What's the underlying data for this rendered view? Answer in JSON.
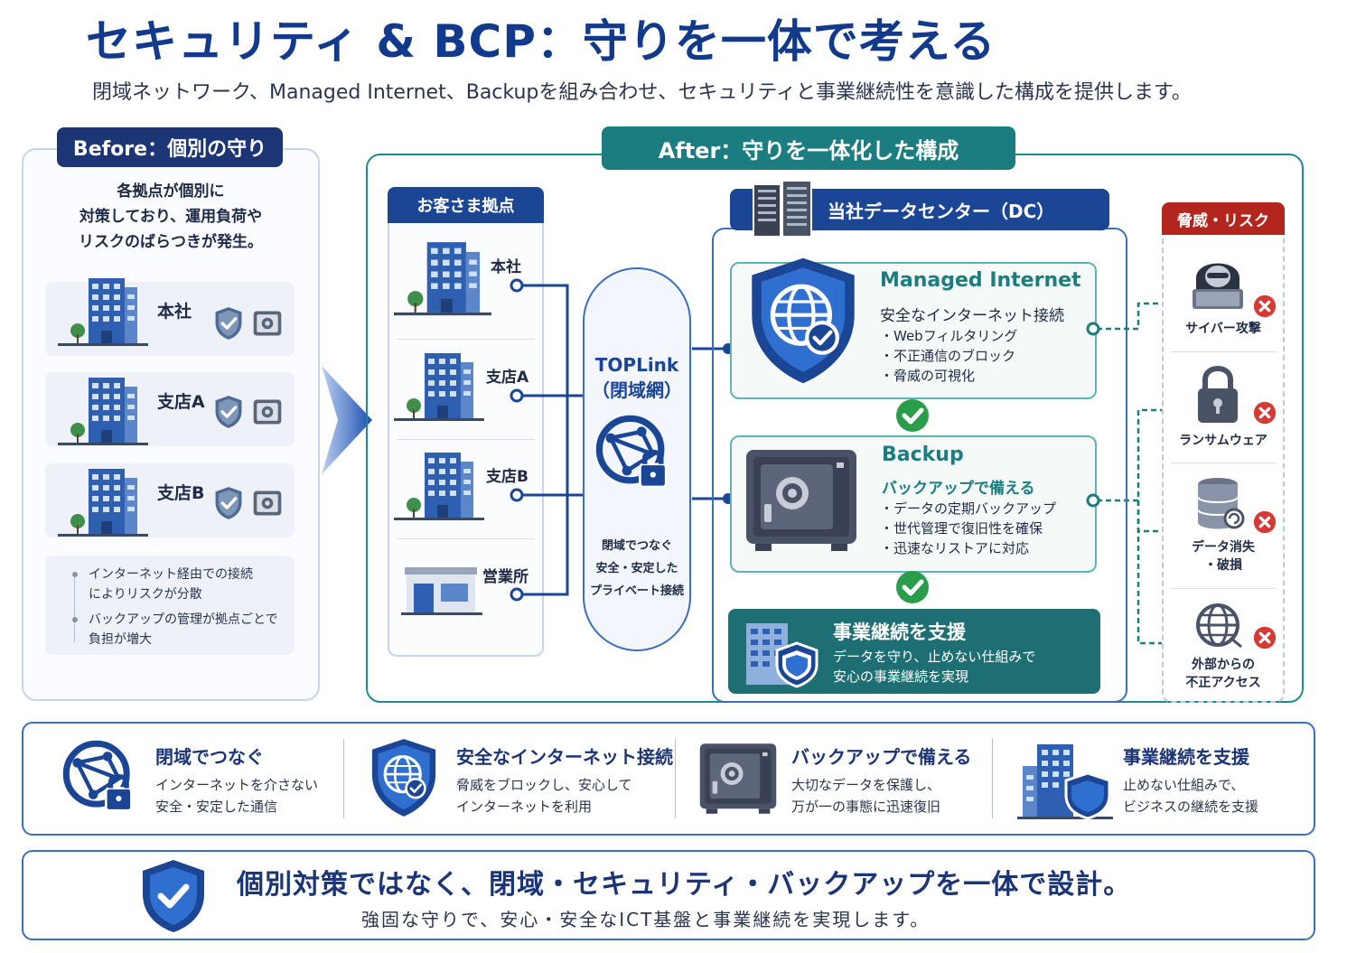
{
  "header": {
    "title": "セキュリティ & BCP：守りを一体で考える",
    "subtitle": "閉域ネットワーク、Managed Internet、Backupを組み合わせ、セキュリティと事業継続性を意識した構成を提供します。"
  },
  "before": {
    "badge": "Before：個別の守り",
    "description_lines": [
      "各拠点が個別に",
      "対策しており、運用負荷や",
      "リスクのばらつきが発生。"
    ],
    "sites": [
      {
        "name": "本社"
      },
      {
        "name": "支店A"
      },
      {
        "name": "支店B"
      }
    ],
    "notes": [
      {
        "line1": "インターネット経由での接続",
        "line2": "によりリスクが分散"
      },
      {
        "line1": "バックアップの管理が拠点ごとで",
        "line2": "負担が増大"
      }
    ]
  },
  "after": {
    "badge": "After：守りを一体化した構成",
    "customer": {
      "header": "お客さま拠点",
      "sites": [
        {
          "name": "本社"
        },
        {
          "name": "支店A"
        },
        {
          "name": "支店B"
        },
        {
          "name": "営業所"
        }
      ]
    },
    "toplink": {
      "title_line1": "TOPLink",
      "title_line2": "（閉域網）",
      "desc_lines": [
        "閉域でつなぐ",
        "安全・安定した",
        "プライベート接続"
      ]
    },
    "datacenter": {
      "header": "当社データセンター（DC）",
      "managed_internet": {
        "title": "Managed Internet",
        "subtitle": "安全なインターネット接続",
        "bullets": [
          "・Webフィルタリング",
          "・不正通信のブロック",
          "・脅威の可視化"
        ]
      },
      "backup": {
        "title": "Backup",
        "subtitle": "バックアップで備える",
        "bullets": [
          "・データの定期バックアップ",
          "・世代管理で復旧性を確保",
          "・迅速なリストアに対応"
        ]
      },
      "business_continuity": {
        "title": "事業継続を支援",
        "desc_line1": "データを守り、止めない仕組みで",
        "desc_line2": "安心の事業継続を実現"
      }
    },
    "risks": {
      "header": "脅威・リスク",
      "items": [
        {
          "line1": "サイバー攻撃",
          "line2": ""
        },
        {
          "line1": "ランサムウェア",
          "line2": ""
        },
        {
          "line1": "データ消失",
          "line2": "・破損"
        },
        {
          "line1": "外部からの",
          "line2": "不正アクセス"
        }
      ]
    }
  },
  "features": [
    {
      "title": "閉域でつなぐ",
      "desc_line1": "インターネットを介さない",
      "desc_line2": "安全・安定した通信"
    },
    {
      "title": "安全なインターネット接続",
      "desc_line1": "脅威をブロックし、安心して",
      "desc_line2": "インターネットを利用"
    },
    {
      "title": "バックアップで備える",
      "desc_line1": "大切なデータを保護し、",
      "desc_line2": "万が一の事態に迅速復旧"
    },
    {
      "title": "事業継続を支援",
      "desc_line1": "止めない仕組みで、",
      "desc_line2": "ビジネスの継続を支援"
    }
  ],
  "conclusion": {
    "main": "個別対策ではなく、閉域・セキュリティ・バックアップを一体で設計。",
    "sub": "強固な守りで、安心・安全なICT基盤と事業継続を実現します。"
  },
  "colors": {
    "navy": "#1b3575",
    "blue": "#1b4595",
    "teal": "#1c7d80",
    "red": "#b3261e",
    "green": "#2a9d4b"
  }
}
